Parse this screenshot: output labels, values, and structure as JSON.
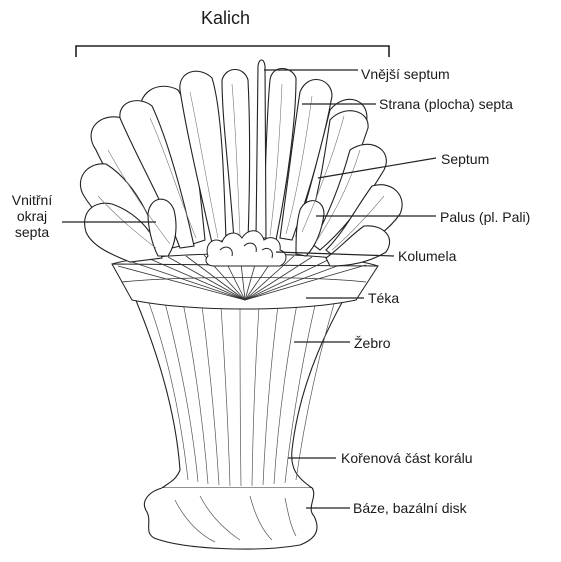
{
  "title": "Kalich",
  "labels": {
    "outer_septum": "Vnější septum",
    "septum_side": "Strana (plocha) septa",
    "septum": "Septum",
    "inner_edge": [
      "Vnitřní",
      "okraj",
      "septa"
    ],
    "palus": "Palus (pl. Pali)",
    "columella": "Kolumela",
    "theca": "Téka",
    "costa": "Žebro",
    "root_part": "Kořenová část korálu",
    "base": "Báze, bazální disk"
  },
  "colors": {
    "ink": "#1a1a1a",
    "line": "#222222",
    "paper": "#ffffff"
  }
}
